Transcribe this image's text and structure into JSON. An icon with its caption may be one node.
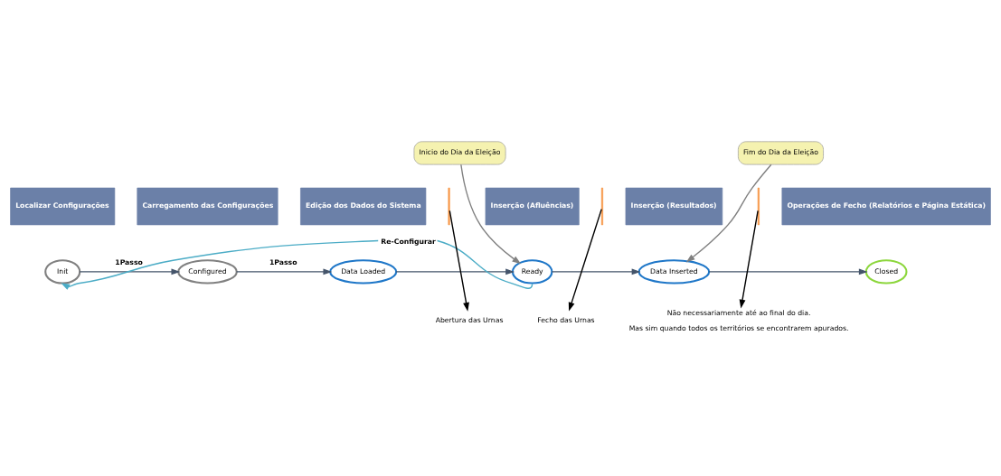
{
  "diagram": {
    "nodes": [
      {
        "text": [
          "Localizar Configurações"
        ]
      },
      {
        "text": [
          "Carregamento das Configurações"
        ]
      },
      {
        "text": [
          "Edição dos Dados do Sistema"
        ]
      },
      {
        "text": [
          "Inserção (Afluências)"
        ]
      },
      {
        "text": [
          "Inserção (Resultados)"
        ]
      },
      {
        "text": [
          "Operações de Fecho (Relatórios e Página Estática)"
        ]
      },
      {
        "text": [
          "Init"
        ]
      },
      {
        "text": [
          "Configured"
        ]
      },
      {
        "text": [
          "Data Loaded"
        ]
      },
      {
        "text": [
          "Ready"
        ]
      },
      {
        "text": [
          "Data Inserted"
        ]
      },
      {
        "text": [
          "Closed"
        ]
      },
      {
        "text": [
          "Inicio do Dia da Eleição"
        ]
      },
      {
        "text": [
          "Fim do Dia da Eleição"
        ]
      },
      {
        "text": [
          "Abertura das Urnas"
        ]
      },
      {
        "text": [
          "Fecho das Urnas"
        ]
      },
      {
        "text": [
          "Não necessariamente até ao final do dia.",
          "Mas sim quando todos os territórios se encontrarem apurados."
        ]
      }
    ],
    "edges": [
      {
        "from": 6,
        "to": 7,
        "arrow": "to",
        "label": "1Passo"
      },
      {
        "from": 7,
        "to": 8,
        "arrow": "to",
        "label": "1Passo"
      },
      {
        "from": 8,
        "to": 9,
        "arrow": "to"
      },
      {
        "from": 9,
        "to": 10,
        "arrow": "to"
      },
      {
        "from": 10,
        "to": 11,
        "arrow": "to"
      },
      {
        "from": 9,
        "to": 6,
        "arrow": "to",
        "label": "Re-Configurar",
        "color": "#4bacc6"
      },
      {
        "from": 12,
        "to": 9,
        "arrow": "to",
        "color": "#808080"
      },
      {
        "from": 13,
        "to": 10,
        "arrow": "to",
        "color": "#808080"
      },
      {
        "from": null,
        "to": 14,
        "arrow": "to",
        "color": "#000000"
      },
      {
        "from": null,
        "to": 15,
        "arrow": "to",
        "color": "#000000"
      },
      {
        "from": null,
        "to": 16,
        "arrow": "to",
        "color": "#000000"
      }
    ]
  }
}
